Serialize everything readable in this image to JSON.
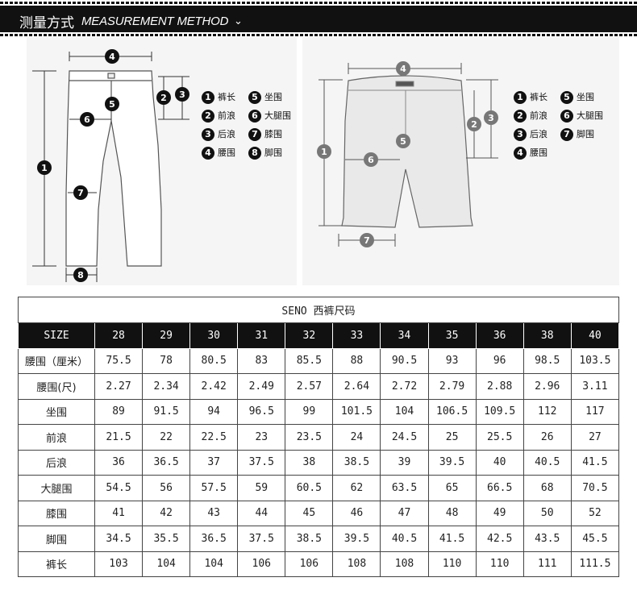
{
  "header": {
    "title_cn": "测量方式",
    "title_en": "MEASUREMENT METHOD",
    "chevron": "⌄"
  },
  "legend_left": [
    {
      "num": "1",
      "label": "裤长"
    },
    {
      "num": "5",
      "label": "坐围"
    },
    {
      "num": "2",
      "label": "前浪"
    },
    {
      "num": "6",
      "label": "大腿围"
    },
    {
      "num": "3",
      "label": "后浪"
    },
    {
      "num": "7",
      "label": "膝围"
    },
    {
      "num": "4",
      "label": "腰围"
    },
    {
      "num": "8",
      "label": "脚围"
    }
  ],
  "legend_right": [
    {
      "num": "1",
      "label": "裤长"
    },
    {
      "num": "5",
      "label": "坐围"
    },
    {
      "num": "2",
      "label": "前浪"
    },
    {
      "num": "6",
      "label": "大腿围"
    },
    {
      "num": "3",
      "label": "后浪"
    },
    {
      "num": "7",
      "label": "脚围"
    },
    {
      "num": "4",
      "label": "腰围"
    }
  ],
  "diagram_markers": {
    "pants": [
      "4",
      "5",
      "2",
      "3",
      "6",
      "1",
      "7",
      "8"
    ],
    "shorts": [
      "4",
      "2",
      "3",
      "1",
      "5",
      "6",
      "7"
    ]
  },
  "table": {
    "caption": "SENO 西裤尺码",
    "size_label": "SIZE",
    "sizes": [
      "28",
      "29",
      "30",
      "31",
      "32",
      "33",
      "34",
      "35",
      "36",
      "38",
      "40"
    ],
    "rows": [
      {
        "label": "腰围（厘米）",
        "values": [
          "75.5",
          "78",
          "80.5",
          "83",
          "85.5",
          "88",
          "90.5",
          "93",
          "96",
          "98.5",
          "103.5"
        ]
      },
      {
        "label": "腰围(尺)",
        "values": [
          "2.27",
          "2.34",
          "2.42",
          "2.49",
          "2.57",
          "2.64",
          "2.72",
          "2.79",
          "2.88",
          "2.96",
          "3.11"
        ]
      },
      {
        "label": "坐围",
        "values": [
          "89",
          "91.5",
          "94",
          "96.5",
          "99",
          "101.5",
          "104",
          "106.5",
          "109.5",
          "112",
          "117"
        ]
      },
      {
        "label": "前浪",
        "values": [
          "21.5",
          "22",
          "22.5",
          "23",
          "23.5",
          "24",
          "24.5",
          "25",
          "25.5",
          "26",
          "27"
        ]
      },
      {
        "label": "后浪",
        "values": [
          "36",
          "36.5",
          "37",
          "37.5",
          "38",
          "38.5",
          "39",
          "39.5",
          "40",
          "40.5",
          "41.5"
        ]
      },
      {
        "label": "大腿围",
        "values": [
          "54.5",
          "56",
          "57.5",
          "59",
          "60.5",
          "62",
          "63.5",
          "65",
          "66.5",
          "68",
          "70.5"
        ]
      },
      {
        "label": "膝围",
        "values": [
          "41",
          "42",
          "43",
          "44",
          "45",
          "46",
          "47",
          "48",
          "49",
          "50",
          "52"
        ]
      },
      {
        "label": "脚围",
        "values": [
          "34.5",
          "35.5",
          "36.5",
          "37.5",
          "38.5",
          "39.5",
          "40.5",
          "41.5",
          "42.5",
          "43.5",
          "45.5"
        ]
      },
      {
        "label": "裤长",
        "values": [
          "103",
          "104",
          "104",
          "106",
          "106",
          "108",
          "108",
          "110",
          "110",
          "111",
          "111.5"
        ]
      }
    ]
  }
}
